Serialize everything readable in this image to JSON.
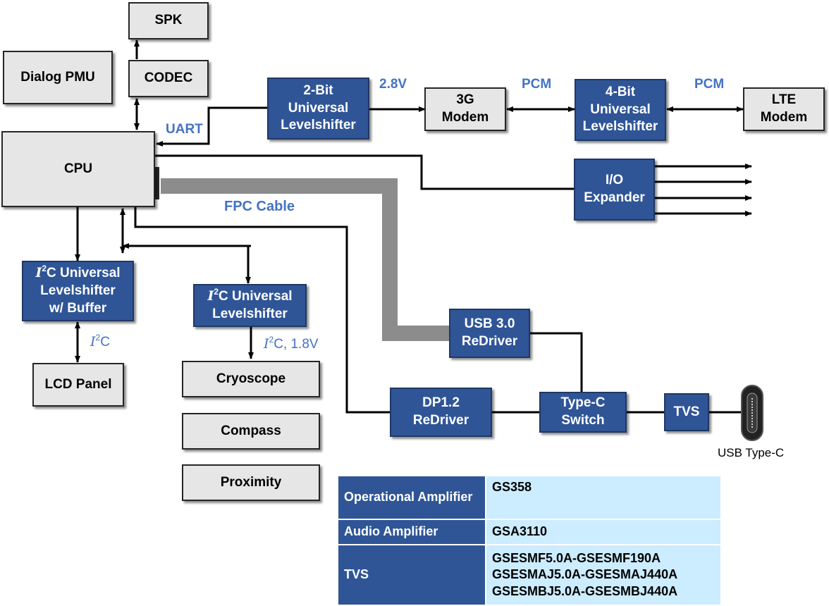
{
  "blocks": {
    "spk": "SPK",
    "codec": "CODEC",
    "dialog_pmu": "Dialog PMU",
    "cpu": "CPU",
    "levelshifter_2bit": [
      "2-Bit",
      "Universal",
      "Levelshifter"
    ],
    "modem_3g": [
      "3G",
      "Modem"
    ],
    "levelshifter_4bit": [
      "4-Bit",
      "Universal",
      "Levelshifter"
    ],
    "modem_lte": [
      "LTE",
      "Modem"
    ],
    "io_expander": [
      "I/O",
      "Expander"
    ],
    "i2c_ls_buffer": {
      "prefix": "I",
      "sup": "2",
      "line1_rest": "C Universal",
      "line2": "Levelshifter",
      "line3": "w/ Buffer"
    },
    "i2c_ls": {
      "prefix": "I",
      "sup": "2",
      "line1_rest": "C Universal",
      "line2": "Levelshifter"
    },
    "lcd_panel": "LCD Panel",
    "cryoscope": "Cryoscope",
    "compass": "Compass",
    "proximity": "Proximity",
    "usb30_redriver": [
      "USB 3.0",
      "ReDriver"
    ],
    "dp12_redriver": [
      "DP1.2",
      "ReDriver"
    ],
    "typec_switch": [
      "Type-C",
      "Switch"
    ],
    "tvs": "TVS"
  },
  "labels": {
    "uart": "UART",
    "v28": "2.8V",
    "pcm1": "PCM",
    "pcm2": "PCM",
    "fpc_cable": "FPC Cable",
    "i2c_lcd": {
      "prefix": "I",
      "sup": "2",
      "rest": "C"
    },
    "i2c_18v": {
      "prefix": "I",
      "sup": "2",
      "rest": "C, 1.8V"
    },
    "usb_typec": "USB Type-C"
  },
  "parts_table": [
    {
      "label": "Operational Amplifier",
      "values": [
        "GS358"
      ]
    },
    {
      "label": "Audio Amplifier",
      "values": [
        "GSA3110"
      ]
    },
    {
      "label": "TVS",
      "values": [
        "GSESMF5.0A-GSESMF190A",
        "GSESMAJ5.0A-GSESMAJ440A",
        "GSESMBJ5.0A-GSESMBJ440A"
      ]
    }
  ],
  "colors": {
    "block_blue": "#2f5597",
    "block_gray": "#e6e6e6",
    "label_blue": "#4472c4",
    "table_value_bg": "#ccecff",
    "fpc_gray": "#8c8c8c"
  }
}
